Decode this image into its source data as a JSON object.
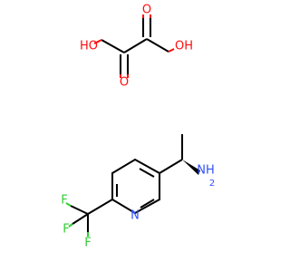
{
  "molecule": {
    "oxalic_acid": {
      "atoms": {
        "ho_left": "HO",
        "oh_right": "OH",
        "o_top_left": "O",
        "o_bottom_right": "O"
      }
    },
    "pyridine_amine": {
      "atoms": {
        "nh2": "NH",
        "nh2_sub": "2",
        "n_ring": "N",
        "f_top": "F",
        "f_left": "F",
        "f_bottom": "F"
      }
    },
    "colors": {
      "bond": "#000000",
      "oxygen": "#ff0d0d",
      "nitrogen": "#3050f8",
      "fluorine": "#33cc33"
    }
  }
}
